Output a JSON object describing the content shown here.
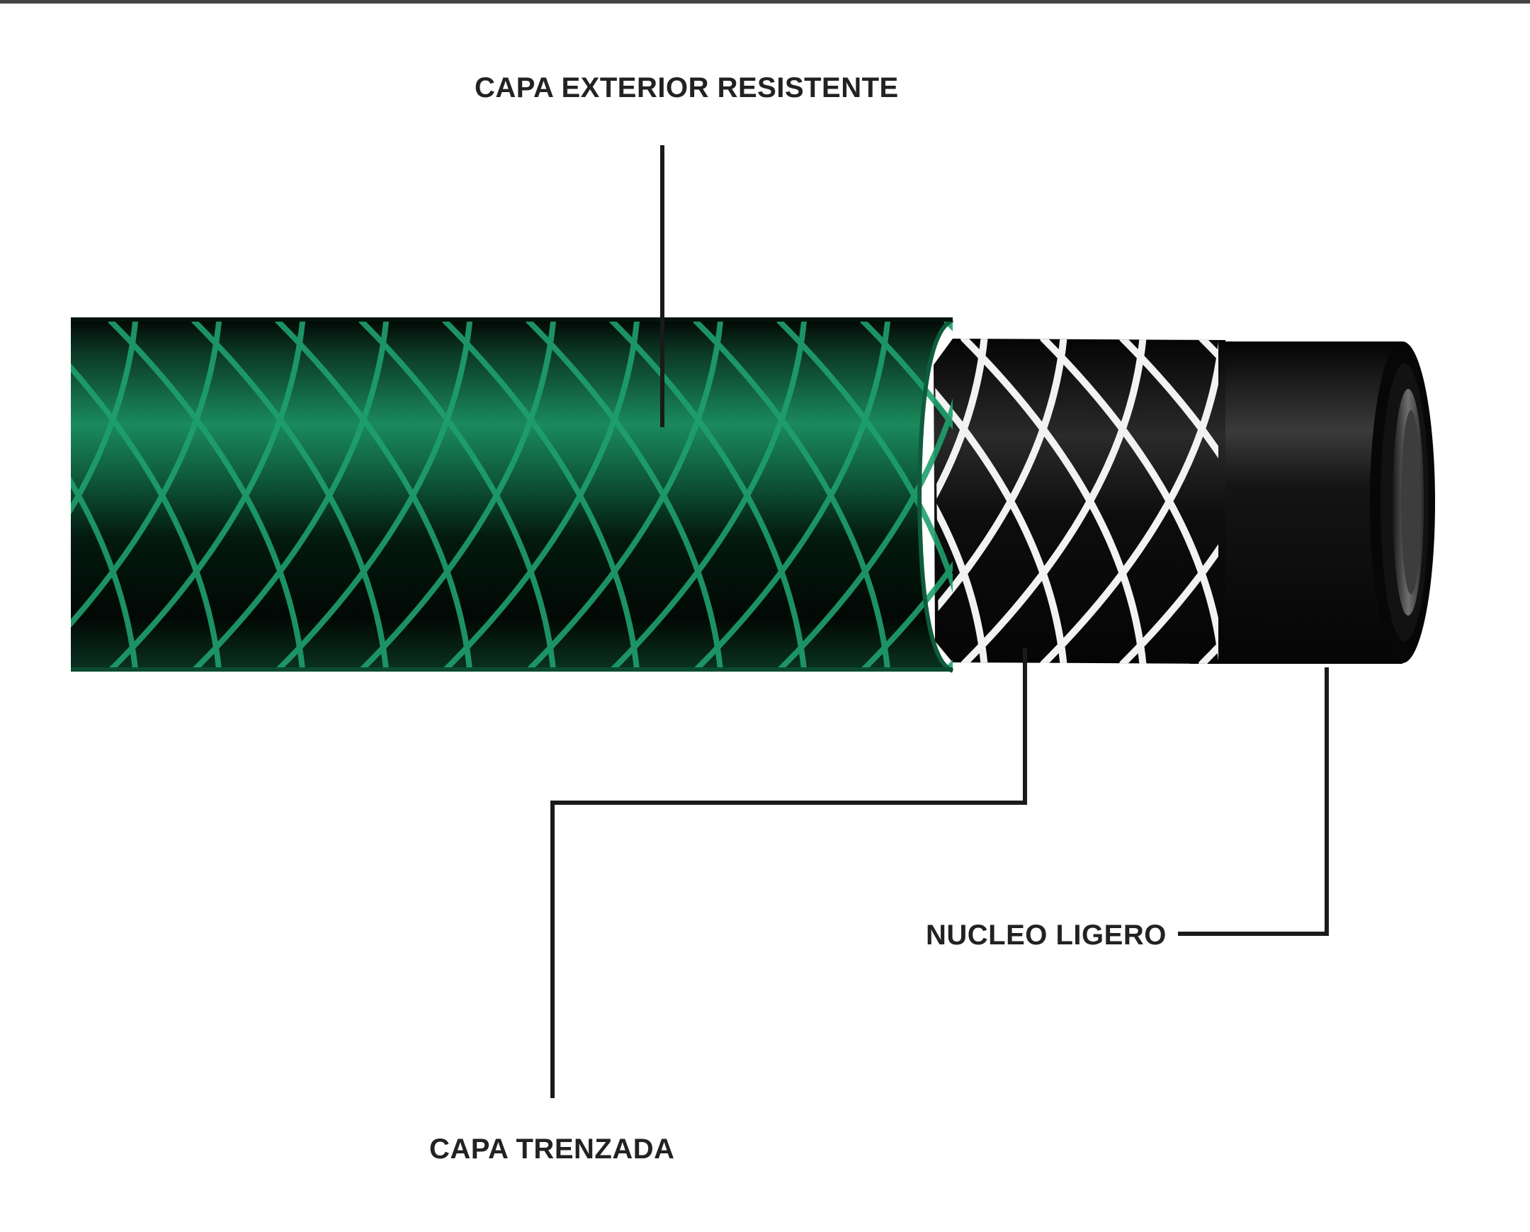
{
  "labels": {
    "outer_layer": "CAPA EXTERIOR RESISTENTE",
    "braided_layer": "CAPA TRENZADA",
    "core": "NUCLEO LIGERO"
  },
  "colors": {
    "outer_green": "#1fa06e",
    "braid_white": "#f2f2f2",
    "core_black": "#0b0b0b",
    "leader_lines": "#1a1a1a"
  }
}
